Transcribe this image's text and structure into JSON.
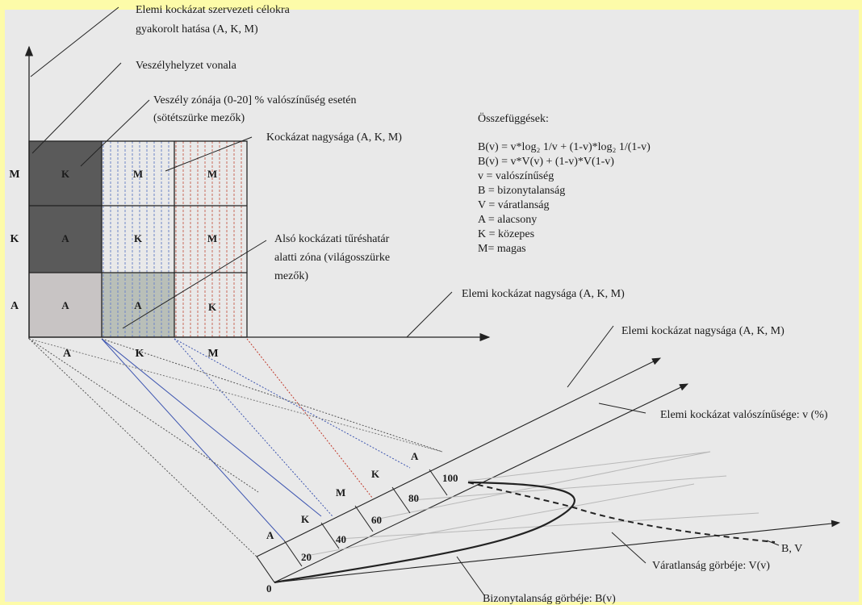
{
  "colors": {
    "background": "#fdfba9",
    "paper": "#e9e9e9",
    "dark_cell": "#5a5a5a",
    "light_cell": "#b9bfb8",
    "blue_hatch": "#6f86c8",
    "red_hatch": "#c96a5a"
  },
  "annotations": {
    "impact_line1": "Elemi kockázat szervezeti célokra",
    "impact_line2": "gyakorolt hatása (A, K, M)",
    "hazard_line": "Veszélyhelyzet vonala",
    "hazard_zone1": "Veszély zónája (0-20] % valószínűség esetén",
    "hazard_zone2": "(sötétszürke mezők)",
    "risk_size": "Kockázat nagysága (A, K, M)",
    "lower_zone1": "Alsó kockázati tűréshatár",
    "lower_zone2": "alatti zóna (világosszürke",
    "lower_zone3": "mezők)",
    "elem_size_x": "Elemi kockázat nagysága (A, K, M)",
    "elem_size_ray": "Elemi kockázat nagysága (A, K, M)",
    "elem_prob": "Elemi kockázat valószínűsége: v (%)",
    "bv_axis": "B, V",
    "surprise_curve": "Váratlanság görbéje: V(v)",
    "uncertainty_curve": "Bizonytalanság görbéje: B(v)"
  },
  "formulas": {
    "title": "Összefüggések:",
    "lines": [
      "B(v) = v*log₂ 1/v + (1-v)*log₂ 1/(1-v)",
      "B(v) = v*V(v) + (1-v)*V(1-v)",
      "v = valószínűség",
      "B = bizonytalanság",
      "V = váratlanság",
      "A = alacsony",
      "K = közepes",
      "M= magas"
    ]
  },
  "matrix": {
    "row_labels": [
      "M",
      "K",
      "A"
    ],
    "col_labels": [
      "A",
      "K",
      "M"
    ],
    "cells": [
      [
        "K",
        "M",
        "M"
      ],
      [
        "A",
        "K",
        "M"
      ],
      [
        "A",
        "A",
        "K"
      ]
    ]
  },
  "perspective": {
    "prob_ticks": [
      "0",
      "20",
      "40",
      "60",
      "80",
      "100"
    ],
    "size_labels": [
      "A",
      "K",
      "M",
      "K",
      "A"
    ]
  }
}
